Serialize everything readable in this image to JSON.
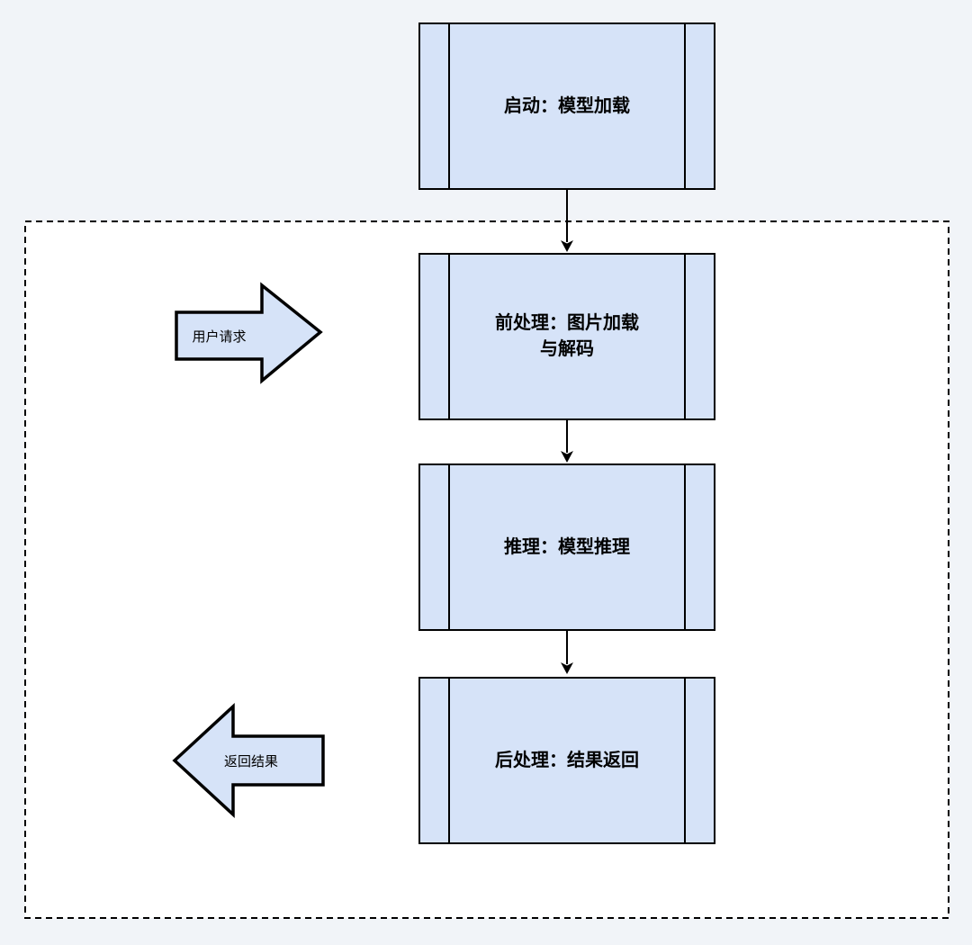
{
  "diagram": {
    "title": "model-inference-pipeline-flowchart",
    "colors": {
      "page_background": "#f1f4f8",
      "container_fill": "#ffffff",
      "node_fill": "#d6e3f8",
      "node_border": "#000000",
      "connector": "#000000"
    },
    "nodes": [
      {
        "id": "start",
        "label": "启动：模型加载"
      },
      {
        "id": "preprocess",
        "label": "前处理：图片加载\n与解码"
      },
      {
        "id": "inference",
        "label": "推理：模型推理"
      },
      {
        "id": "postprocess",
        "label": "后处理：结果返回"
      }
    ],
    "callouts": [
      {
        "id": "user-request",
        "label": "用户请求",
        "direction": "right"
      },
      {
        "id": "return-result",
        "label": "返回结果",
        "direction": "left"
      }
    ]
  }
}
